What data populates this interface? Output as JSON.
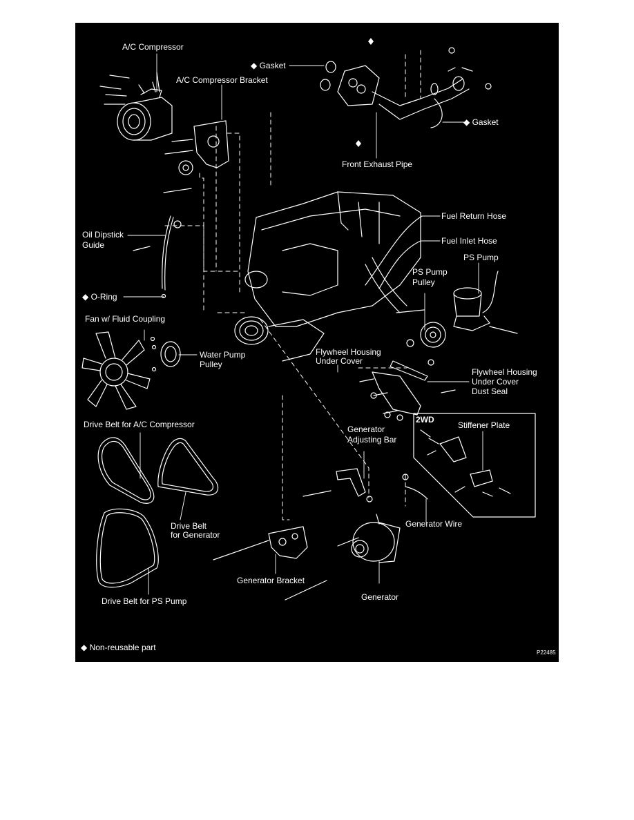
{
  "diagram": {
    "labels": {
      "ac_compressor": "A/C Compressor",
      "gasket_top": "◆ Gasket",
      "ac_compressor_bracket": "A/C Compressor Bracket",
      "gasket_right": "◆ Gasket",
      "front_exhaust_pipe": "Front Exhaust Pipe",
      "fuel_return_hose": "Fuel Return Hose",
      "fuel_inlet_hose": "Fuel Inlet Hose",
      "oil_dipstick_guide_1": "Oil Dipstick",
      "oil_dipstick_guide_2": "Guide",
      "ps_pump": "PS Pump",
      "ps_pump_pulley_1": "PS Pump",
      "ps_pump_pulley_2": "Pulley",
      "o_ring": "◆ O-Ring",
      "fan_fluid_coupling": "Fan w/ Fluid Coupling",
      "water_pump_pulley_1": "Water Pump",
      "water_pump_pulley_2": "Pulley",
      "flywheel_cover_1": "Flywheel Housing",
      "flywheel_cover_2": "Under Cover",
      "flywheel_dust_seal_1": "Flywheel Housing",
      "flywheel_dust_seal_2": "Under Cover",
      "flywheel_dust_seal_3": "Dust Seal",
      "drive_belt_ac": "Drive Belt for A/C Compressor",
      "generator_adjusting_bar_1": "Generator",
      "generator_adjusting_bar_2": "Adjusting Bar",
      "inset_2wd": "2WD",
      "stiffener_plate": "Stiffener Plate",
      "drive_belt_generator_1": "Drive Belt",
      "drive_belt_generator_2": "for Generator",
      "generator_wire": "Generator Wire",
      "generator_bracket": "Generator Bracket",
      "generator": "Generator",
      "drive_belt_ps": "Drive Belt for PS Pump",
      "non_reusable_note": "◆ Non-reusable part",
      "figure_code": "P22485"
    },
    "colors": {
      "background": "#000000",
      "ink": "#ffffff",
      "page": "#ffffff"
    }
  }
}
